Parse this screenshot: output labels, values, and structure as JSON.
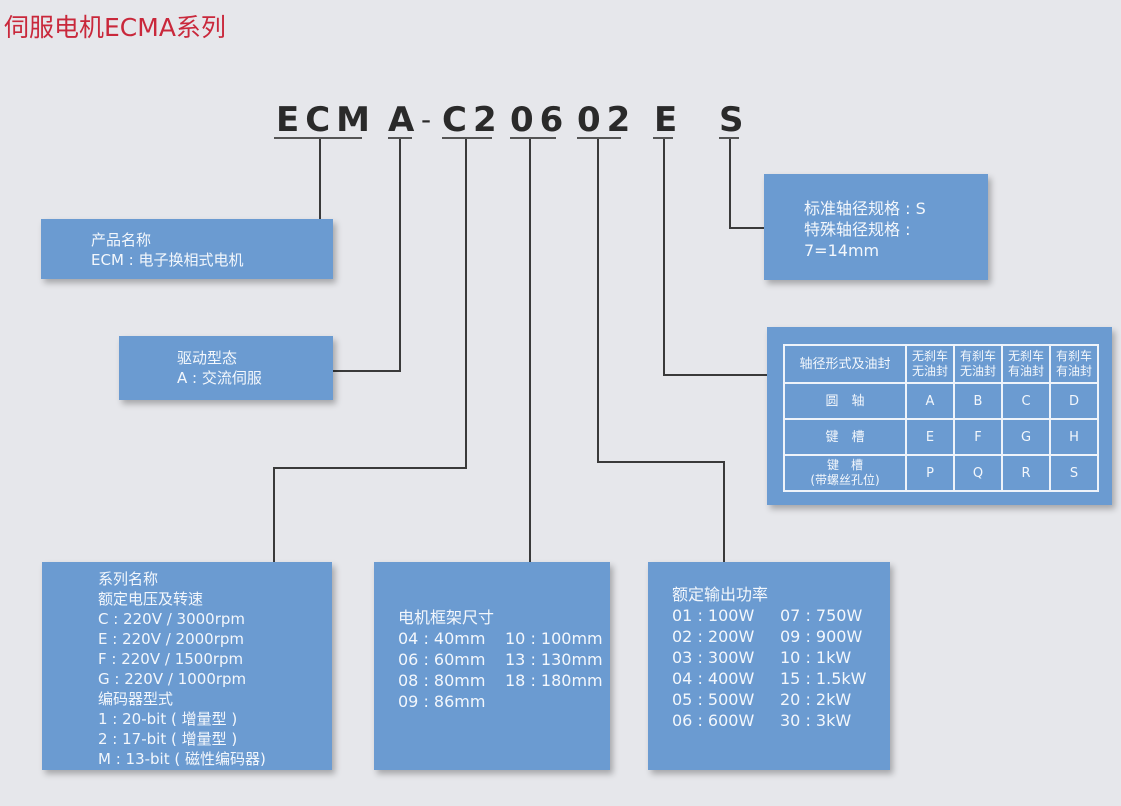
{
  "title": "伺服电机ECMA系列",
  "model_code": {
    "segments": [
      "ECM",
      "A",
      "-",
      "C2",
      "06",
      "02",
      "E",
      "S"
    ]
  },
  "boxes": {
    "product_name": {
      "lines": [
        "产品名称",
        "ECM : 电子换相式电机"
      ]
    },
    "drive_type": {
      "lines": [
        "驱动型态",
        "A : 交流伺服"
      ]
    },
    "shaft_spec": {
      "lines": [
        "标准轴径规格 : S",
        "特殊轴径规格 :",
        "7=14mm"
      ]
    },
    "shaft_table": {
      "header": [
        "轴径形式及油封",
        "无刹车\n无油封",
        "有刹车\n无油封",
        "无刹车\n有油封",
        "有刹车\n有油封"
      ],
      "rows": [
        {
          "label": "圆　轴",
          "values": [
            "A",
            "B",
            "C",
            "D"
          ]
        },
        {
          "label": "键　槽",
          "values": [
            "E",
            "F",
            "G",
            "H"
          ]
        },
        {
          "label": "键　槽\n(带螺丝孔位)",
          "values": [
            "P",
            "Q",
            "R",
            "S"
          ]
        }
      ]
    },
    "series": {
      "lines": [
        "系列名称",
        "额定电压及转速",
        "C : 220V / 3000rpm",
        "E : 220V / 2000rpm",
        "F : 220V / 1500rpm",
        "G : 220V / 1000rpm",
        "编码器型式",
        "1 : 20-bit ( 增量型 )",
        "2 : 17-bit ( 增量型 )",
        "M : 13-bit ( 磁性编码器)"
      ]
    },
    "frame_size": {
      "heading": "电机框架尺寸",
      "col1": [
        "04 : 40mm",
        "06 : 60mm",
        "08 : 80mm",
        "09 : 86mm"
      ],
      "col2": [
        "10 : 100mm",
        "13 : 130mm",
        "18 : 180mm"
      ]
    },
    "rated_power": {
      "heading": "额定输出功率",
      "col1": [
        "01 : 100W",
        "02 : 200W",
        "03 : 300W",
        "04 : 400W",
        "05 : 500W",
        "06 : 600W"
      ],
      "col2": [
        "07 : 750W",
        "09 : 900W",
        "10 : 1kW",
        "15 : 1.5kW",
        "20 : 2kW",
        "30 : 3kW"
      ]
    }
  },
  "colors": {
    "title": "#c9283b",
    "box_fill": "#6b9bd1",
    "box_text": "#f3f7fc",
    "background": "#e6e7eb",
    "connector": "#3a3a3a"
  }
}
